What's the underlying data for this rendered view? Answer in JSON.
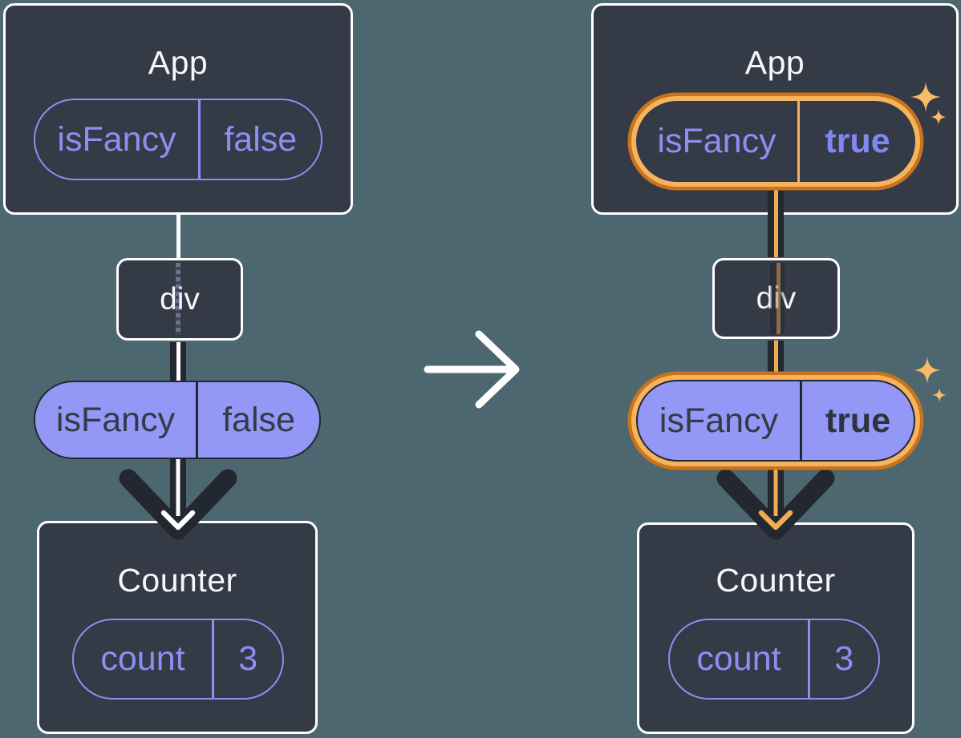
{
  "colors": {
    "background": "#4D6770",
    "box_fill": "#343A46",
    "box_border": "#FFFFFF",
    "purple_accent": "#8A90F2",
    "purple_pill_fill": "#9397F5",
    "dark_ink": "#23272F",
    "highlight_ring_outer": "#C9731A",
    "highlight_ring_inner": "#F5B35F",
    "highlight_thread": "#F0AC55",
    "sparkle": "#F7BC67"
  },
  "icons": {
    "transition_arrow": "right-arrow",
    "sparkles": "sparkles"
  },
  "before": {
    "app": {
      "title": "App",
      "prop_name": "isFancy",
      "prop_value": "false"
    },
    "div": {
      "label": "div"
    },
    "passed_prop": {
      "name": "isFancy",
      "value": "false"
    },
    "counter": {
      "title": "Counter",
      "state_name": "count",
      "state_value": "3"
    }
  },
  "after": {
    "app": {
      "title": "App",
      "prop_name": "isFancy",
      "prop_value": "true"
    },
    "div": {
      "label": "div"
    },
    "passed_prop": {
      "name": "isFancy",
      "value": "true"
    },
    "counter": {
      "title": "Counter",
      "state_name": "count",
      "state_value": "3"
    }
  }
}
